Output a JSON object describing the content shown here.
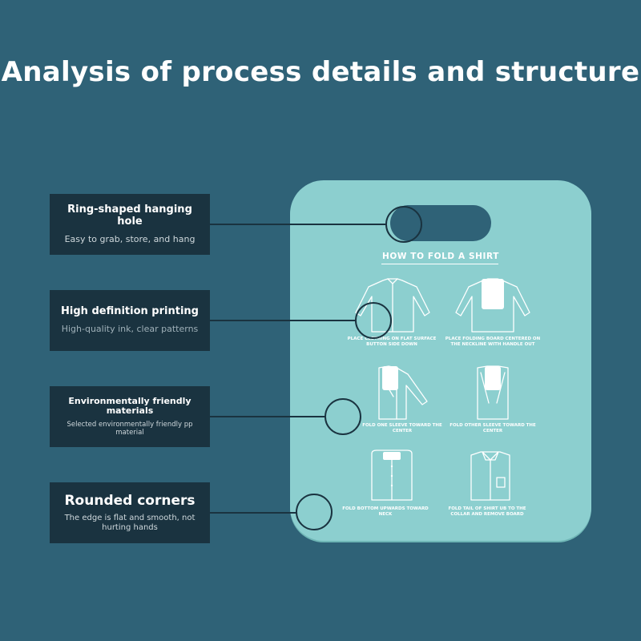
{
  "title": "Analysis of process details and structure",
  "callouts": [
    {
      "title": "Ring-shaped hanging hole",
      "subtitle": "Easy to grab, store, and hang"
    },
    {
      "title": "High definition printing",
      "subtitle": "High-quality ink, clear patterns"
    },
    {
      "title": "Environmentally friendly materials",
      "subtitle": "Selected environmentally friendly pp material"
    },
    {
      "title": "Rounded corners",
      "subtitle": "The edge is flat and smooth, not hurting hands"
    }
  ],
  "board": {
    "heading": "HOW TO FOLD A SHIRT",
    "steps": [
      "PLACE CLOTHING ON FLAT SURFACE BUTTON SIDE DOWN",
      "PLACE FOLDING BOARD CENTERED ON THE NECKLINE WITH HANDLE OUT",
      "FOLD ONE SLEEVE TOWARD THE CENTER",
      "FOLD OTHER SLEEVE TOWARD THE CENTER",
      "FOLD BOTTOM UPWARDS TOWARD NECK",
      "FOLD TAIL OF SHIRT UB TO THE COLLAR AND REMOVE BOARD"
    ]
  },
  "colors": {
    "background": "#2f6277",
    "board": "#8ccfcf",
    "callout": "#1a3340"
  }
}
